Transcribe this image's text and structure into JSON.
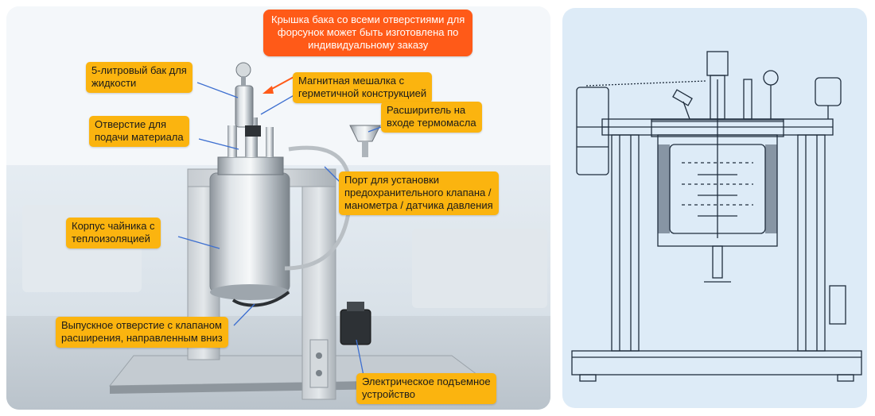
{
  "photo": {
    "callouts": {
      "lid": {
        "lines": [
          "Крышка бака со всеми отверстиями для",
          "форсунок может быть изготовлена по",
          "индивидуальному заказу"
        ]
      },
      "tank": {
        "lines": [
          "5-литровый бак для",
          "жидкости"
        ]
      },
      "stirrer": {
        "lines": [
          "Магнитная мешалка с",
          "герметичной конструкцией"
        ]
      },
      "inlet": {
        "lines": [
          "Отверстие для",
          "подачи материала"
        ]
      },
      "expander": {
        "lines": [
          "Расширитель на",
          "входе термомасла"
        ]
      },
      "port": {
        "lines": [
          "Порт для установки",
          "предохранительного клапана /",
          "манометра / датчика давления"
        ]
      },
      "body": {
        "lines": [
          "Корпус чайника с",
          "теплоизоляцией"
        ]
      },
      "outlet": {
        "lines": [
          "Выпускное отверстие с клапаном",
          "расширения, направленным вниз"
        ]
      },
      "lift": {
        "lines": [
          "Электрическое подъемное",
          "устройство"
        ]
      }
    },
    "colors": {
      "callout": "#fbb40f",
      "accent": "#ff5a18"
    }
  },
  "drawing": {
    "background": "#ddebf7"
  }
}
